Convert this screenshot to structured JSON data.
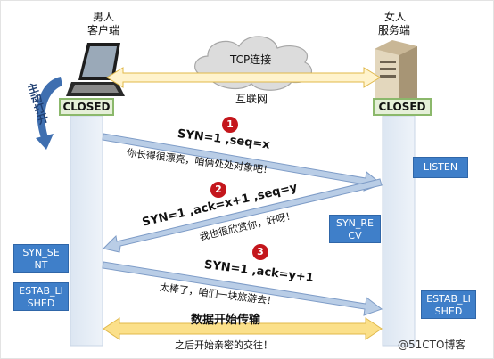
{
  "client": {
    "line1": "男人",
    "line2": "客户端",
    "state": "CLOSED"
  },
  "server": {
    "line1": "女人",
    "line2": "服务端",
    "state": "CLOSED"
  },
  "cloud": {
    "label": "TCP连接",
    "network": "互联网"
  },
  "active_open": "主动打开",
  "steps": [
    {
      "num": "1",
      "label": "SYN=1 ,seq=x",
      "speech": "你长得很漂亮，咱俩处处对象吧！"
    },
    {
      "num": "2",
      "label": "SYN=1 ,ack=x+1 ,seq=y",
      "speech": "我也很欣赏你，好呀！"
    },
    {
      "num": "3",
      "label": "SYN=1 ,ack=y+1",
      "speech": "太棒了，咱们一块旅游去！"
    }
  ],
  "states": {
    "listen": "LISTEN",
    "syn_rcvd_1": "SYN_RE",
    "syn_rcvd_2": "CV",
    "syn_sent_1": "SYN_SE",
    "syn_sent_2": "NT",
    "estab_left_1": "ESTAB_LI",
    "estab_left_2": "SHED",
    "estab_right_1": "ESTAB_LI",
    "estab_right_2": "SHED"
  },
  "data_transfer": "数据开始传输",
  "footer": "之后开始亲密的交往！",
  "watermark": "@51CTO博客",
  "colors": {
    "state_box": "#3f7fc9",
    "arrow": "#b9cde6",
    "data_arrow": "#fbe08a",
    "badge": "#c4161c"
  }
}
